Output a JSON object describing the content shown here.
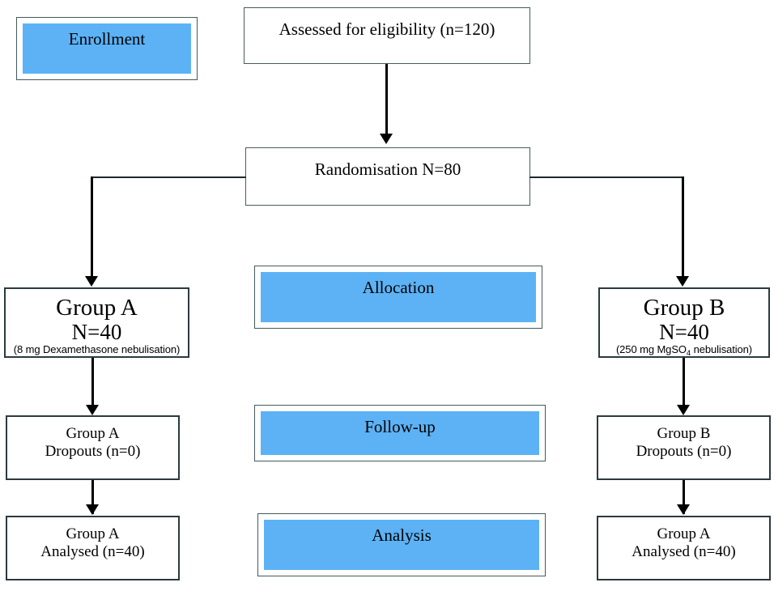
{
  "diagram": {
    "type": "consort-flow-diagram",
    "background_color": "#ffffff",
    "accent_blue": "#5cb2f5",
    "border_dark": "#2b3a3f"
  },
  "stages": {
    "enrollment": "Enrollment",
    "allocation": "Allocation",
    "followup": "Follow-up",
    "analysis": "Analysis"
  },
  "nodes": {
    "assessed": "Assessed for eligibility (n=120)",
    "randomisation": "Randomisation N=80",
    "group_a": {
      "title": "Group A",
      "n": "N=40",
      "sub_prefix": "(8 mg Dexamethasone nebulisation)",
      "sub_main": "",
      "sub_subscript": "",
      "sub_suffix": ""
    },
    "group_b": {
      "title": "Group B",
      "n": "N=40",
      "sub_prefix": "(250 mg MgSO",
      "sub_subscript": "4",
      "sub_suffix": " nebulisation)"
    },
    "group_a_dropouts": "Group A\nDropouts (n=0)",
    "group_b_dropouts": "Group B\nDropouts (n=0)",
    "group_a_analysed": "Group A\nAnalysed (n=40)",
    "group_b_analysed": "Group A\nAnalysed (n=40)"
  }
}
